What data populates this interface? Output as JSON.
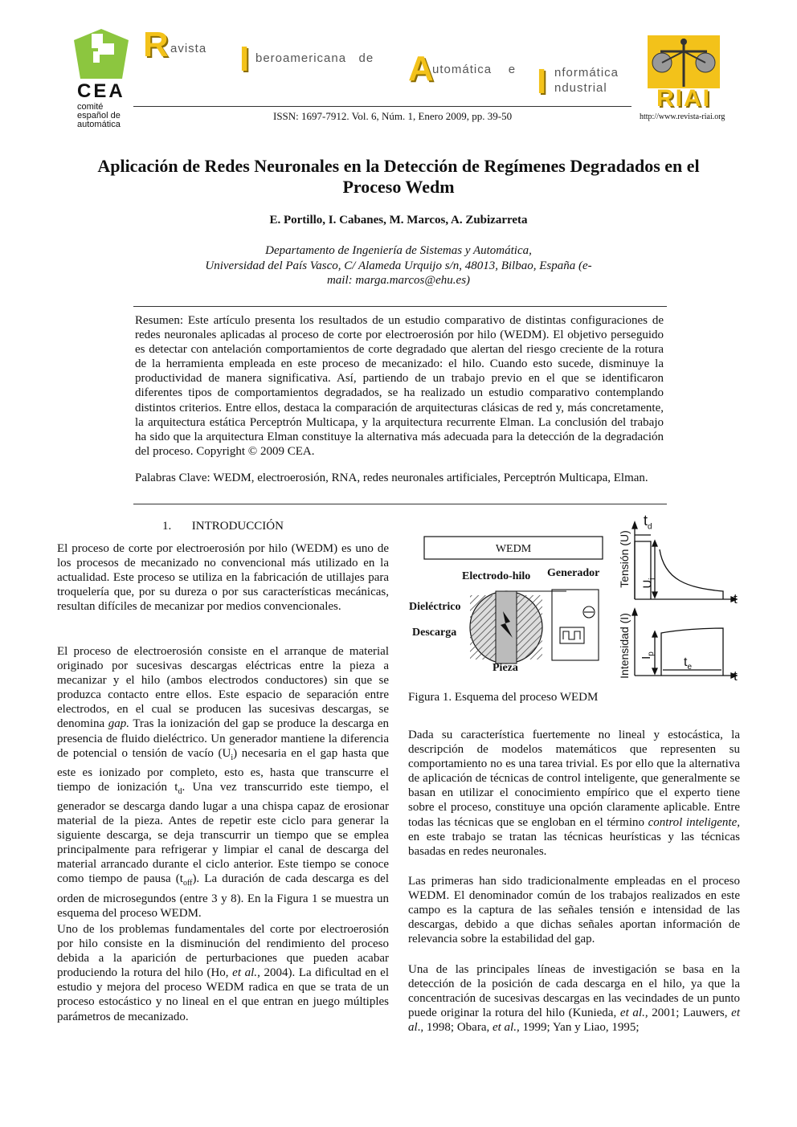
{
  "header": {
    "cea_logo": {
      "brand": "CEA",
      "lines": [
        "comité",
        "español de",
        "automática"
      ]
    },
    "journal_words": [
      {
        "letter": "R",
        "rest": "avista"
      },
      {
        "letter": "I",
        "rest": "beroamericana   de"
      },
      {
        "letter": "A",
        "rest": "utomática    e"
      },
      {
        "letter": "I",
        "rest": "nformática"
      }
    ],
    "journal_word_extra": "ndustrial",
    "issn": "ISSN: 1697-7912. Vol. 6, Núm. 1, Enero 2009, pp. 39-50",
    "riai_logo": "RIAI",
    "url": "http://www.revista-riai.org"
  },
  "article": {
    "title_line1": "Aplicación de Redes Neuronales en la Detección de Regímenes Degradados en el",
    "title_line2": "Proceso Wedm",
    "authors": "E. Portillo, I. Cabanes, M. Marcos, A. Zubizarreta",
    "affiliation_line1": "Departamento de Ingeniería de Sistemas y Automática,",
    "affiliation_line2": "Universidad del País Vasco, C/ Alameda Urquijo s/n, 48013, Bilbao, España (e-",
    "affiliation_line3": "mail: marga.marcos@ehu.es)",
    "abstract": "Resumen: Este artículo presenta los resultados de un estudio comparativo de distintas configuraciones de redes neuronales aplicadas al proceso de corte por electroerosión por hilo (WEDM). El objetivo perseguido es detectar con antelación comportamientos de corte degradado que alertan del riesgo creciente de la rotura de la herramienta empleada en este proceso de mecanizado: el hilo. Cuando esto sucede, disminuye la productividad de manera significativa. Así, partiendo de un trabajo previo en el que se identificaron diferentes tipos de comportamientos degradados, se ha realizado un estudio comparativo contemplando distintos criterios. Entre ellos, destaca la comparación de arquitecturas clásicas de red y, más concretamente, la arquitectura estática Perceptrón Multicapa, y la arquitectura recurrente Elman. La conclusión del trabajo ha sido que la arquitectura Elman constituye la alternativa más adecuada para la detección de la degradación del proceso. Copyright © 2009 CEA.",
    "keywords": "Palabras Clave: WEDM, electroerosión, RNA, redes neuronales artificiales, Perceptrón Multicapa, Elman."
  },
  "section1": {
    "number": "1.",
    "heading": "INTRODUCCIÓN",
    "p1": "El proceso de corte por electroerosión por hilo (WEDM) es uno de los procesos de mecanizado no convencional más utilizado en la actualidad. Este proceso se utiliza en la fabricación de utillajes para troquelería que, por su dureza o por sus características mecánicas, resultan difíciles de mecanizar por medios convencionales.",
    "p2_a": "El proceso de electroerosión consiste en el arranque de material originado por sucesivas descargas eléctricas entre la pieza a mecanizar y el hilo (ambos electrodos conductores) sin que se produzca contacto entre ellos. Este espacio de separación entre electrodos, en el cual se producen las sucesivas descargas, se denomina ",
    "p2_gap": "gap.",
    "p2_b": " Tras la ionización del gap se produce la descarga en presencia de fluido dieléctrico. Un generador mantiene la diferencia de potencial o tensión de vacío (U",
    "p2_sub_i": "i",
    "p2_c": ") necesaria en el gap hasta que este es ionizado por completo, esto es, hasta que transcurre el tiempo de ionización t",
    "p2_sub_d": "d",
    "p2_d": ". Una vez transcurrido este tiempo, el generador se descarga dando lugar a una chispa capaz de erosionar material de la pieza. Antes de repetir este ciclo para generar la siguiente descarga, se deja transcurrir un tiempo que se emplea principalmente para refrigerar y limpiar el canal de descarga del material arrancado durante el ciclo anterior. Este tiempo se conoce como tiempo de pausa (t",
    "p2_sub_off": "off",
    "p2_e": "). La duración de cada descarga es del orden de microsegundos (entre 3 y 8). En la Figura 1 se muestra un esquema del proceso WEDM.",
    "p3_a": "Uno de los problemas fundamentales del corte por electroerosión por hilo consiste en la disminución del rendimiento del proceso debida a la aparición de perturbaciones que pueden acabar produciendo la rotura del hilo (Ho, ",
    "p3_etal": "et al.",
    "p3_b": ", 2004). La dificultad en el estudio y mejora del proceso WEDM radica en que se trata de un proceso estocástico y no lineal en el que entran en juego múltiples parámetros de mecanizado."
  },
  "figure1": {
    "box_label": "WEDM",
    "label_electrodo": "Electrodo-hilo",
    "label_generador": "Generador",
    "label_dielectrico": "Dieléctrico",
    "label_descarga": "Descarga",
    "label_pieza": "Pieza",
    "axis_tension": "Tensión (U)",
    "axis_intensidad": "Intensidad (I)",
    "label_td": "t",
    "label_td_sub": "d",
    "label_ui": "U",
    "label_ui_sub": "i",
    "label_ip": "I",
    "label_ip_sub": "p",
    "label_te": "t",
    "label_te_sub": "e",
    "label_t": "t",
    "caption": "Figura 1. Esquema del proceso WEDM"
  },
  "right_col": {
    "p1_a": "Dada su característica fuertemente no lineal y estocástica, la descripción de modelos matemáticos que representen su comportamiento no es una tarea trivial. Es por ello que la alternativa de aplicación de técnicas de control inteligente, que generalmente se basan en utilizar el conocimiento empírico que el experto tiene sobre el proceso, constituye una opción claramente aplicable. Entre todas las técnicas que se engloban en el término ",
    "p1_em": "control inteligente,",
    "p1_b": " en este trabajo se tratan las técnicas heurísticas y las técnicas basadas en redes neuronales.",
    "p2": "Las primeras han sido tradicionalmente empleadas en el proceso WEDM. El denominador común de los trabajos realizados en este campo es la captura de las señales tensión e intensidad de las descargas, debido a que dichas señales aportan información de relevancia sobre la estabilidad del gap.",
    "p3_a": "Una de las principales líneas de investigación se basa en la detección de la posición de cada descarga en el hilo, ya que la concentración de sucesivas descargas en las vecindades de un punto puede originar la rotura del hilo (Kunieda, ",
    "p3_e1": "et al.",
    "p3_b": ", 2001; Lauwers, ",
    "p3_e2": "et al",
    "p3_c": "., 1998; Obara, ",
    "p3_e3": "et al.",
    "p3_d": ", 1999; Yan y Liao, 1995;"
  }
}
